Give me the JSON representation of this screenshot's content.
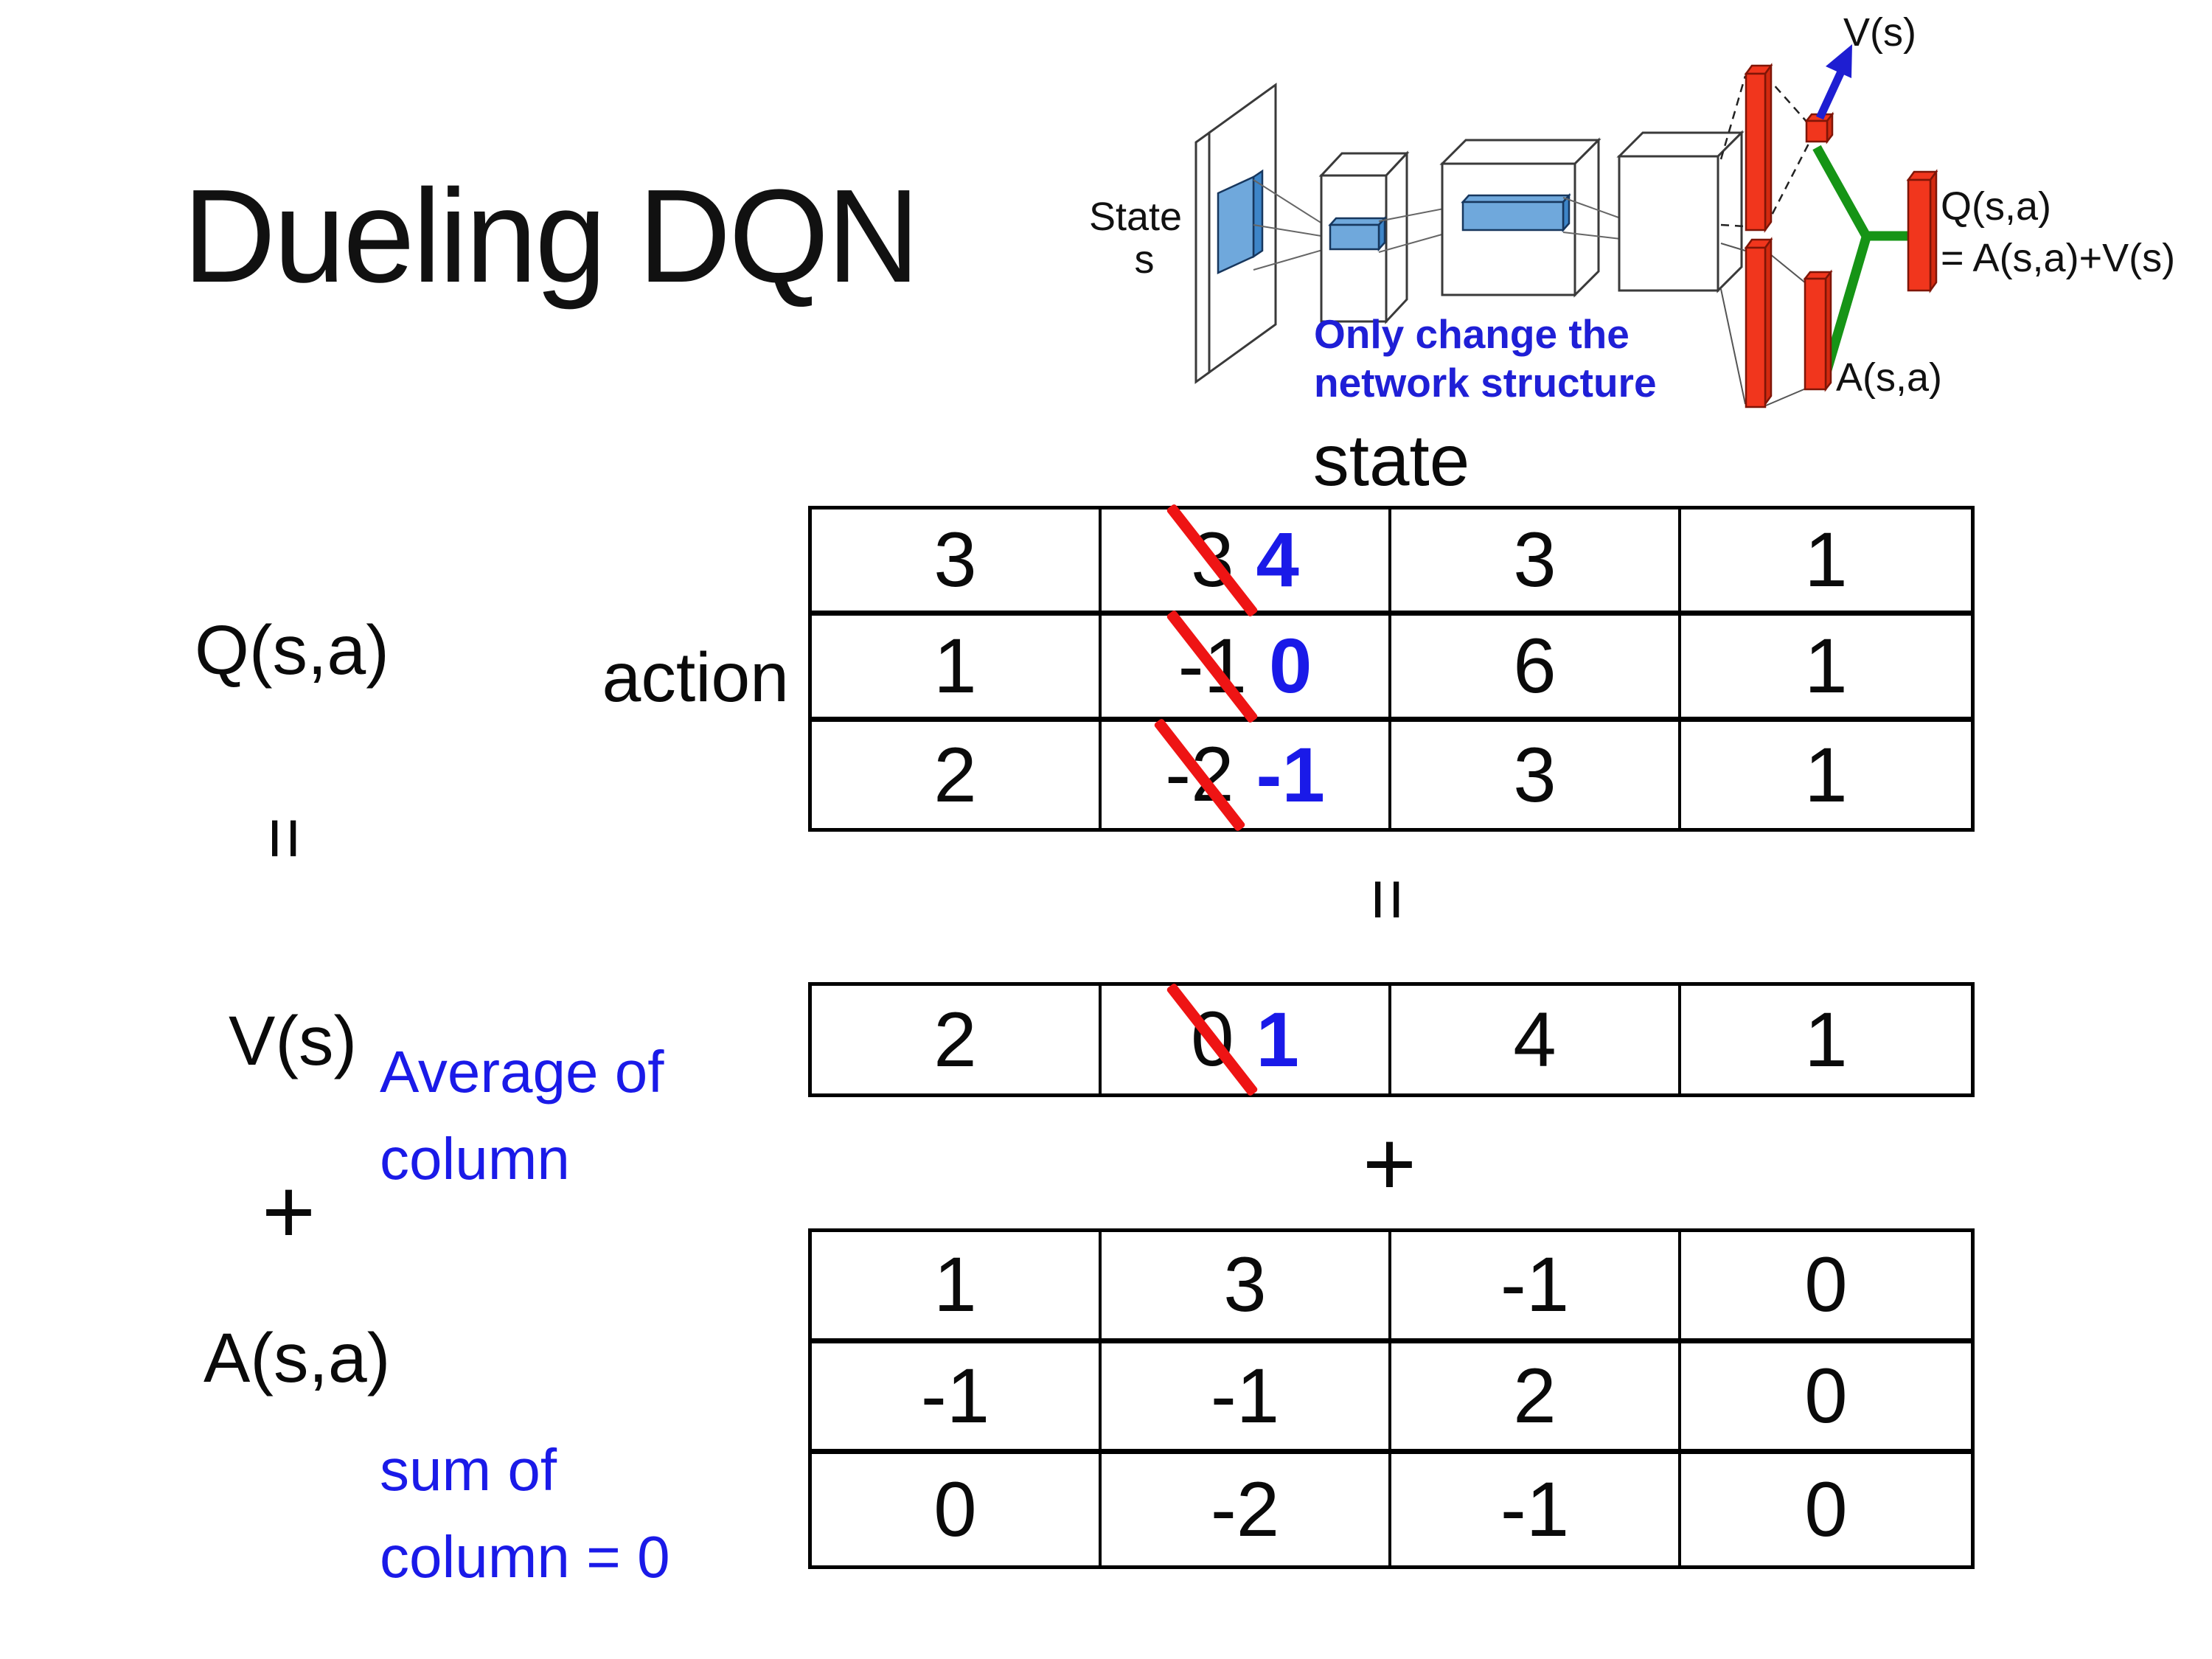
{
  "title": "Dueling DQN",
  "colors": {
    "accent_blue": "#1a1ae8",
    "strike_red": "#ee1414",
    "bar_red": "#f1361d",
    "stream_green": "#169416",
    "ink": "#0a0a0a"
  },
  "network_diagram": {
    "state_label": "State",
    "state_sub": "s",
    "v_output_label": "V(s)",
    "q_output_label": "Q(s,a)",
    "q_formula": "= A(s,a)+V(s)",
    "a_output_label": "A(s,a)",
    "note_line1": "Only change the",
    "note_line2": "network structure"
  },
  "equation": {
    "q_label": "Q(s,a)",
    "equals": "=",
    "v_label": "V(s)",
    "plus": "+",
    "a_label": "A(s,a)",
    "avg_note_line1": "Average of",
    "avg_note_line2": "column",
    "sum_note_line1": "sum of",
    "sum_note_line2": "column = 0",
    "state_header": "state",
    "action_label": "action",
    "mid_equals": "=",
    "mid_plus": "+"
  },
  "q_table": {
    "rows": [
      {
        "cells": [
          {
            "v": "3"
          },
          {
            "old": "3",
            "new": "4"
          },
          {
            "v": "3"
          },
          {
            "v": "1"
          }
        ]
      },
      {
        "cells": [
          {
            "v": "1"
          },
          {
            "old": "-1",
            "new": "0"
          },
          {
            "v": "6"
          },
          {
            "v": "1"
          }
        ]
      },
      {
        "cells": [
          {
            "v": "2"
          },
          {
            "old": "-2",
            "new": "-1"
          },
          {
            "v": "3"
          },
          {
            "v": "1"
          }
        ]
      }
    ]
  },
  "v_table": {
    "rows": [
      {
        "cells": [
          {
            "v": "2"
          },
          {
            "old": "0",
            "new": "1"
          },
          {
            "v": "4"
          },
          {
            "v": "1"
          }
        ]
      }
    ]
  },
  "a_table": {
    "rows": [
      {
        "cells": [
          {
            "v": "1"
          },
          {
            "v": "3"
          },
          {
            "v": "-1"
          },
          {
            "v": "0"
          }
        ]
      },
      {
        "cells": [
          {
            "v": "-1"
          },
          {
            "v": "-1"
          },
          {
            "v": "2"
          },
          {
            "v": "0"
          }
        ]
      },
      {
        "cells": [
          {
            "v": "0"
          },
          {
            "v": "-2"
          },
          {
            "v": "-1"
          },
          {
            "v": "0"
          }
        ]
      }
    ]
  }
}
